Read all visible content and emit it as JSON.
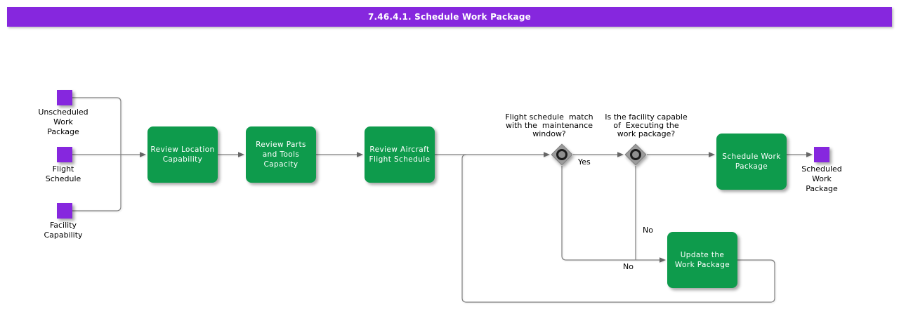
{
  "header": {
    "title": "7.46.4.1. Schedule Work Package"
  },
  "colors": {
    "accent-purple": "#8627DE",
    "task-green": "#0E9B4C",
    "wire-gray": "#7F7F7F"
  },
  "inputs": [
    {
      "label": "Unscheduled\nWork\nPackage"
    },
    {
      "label": "Flight\nSchedule"
    },
    {
      "label": "Facility\nCapability"
    }
  ],
  "tasks": [
    {
      "label": "Review Location\nCapability"
    },
    {
      "label": "Review Parts\nand Tools\nCapacity"
    },
    {
      "label": "Review Aircraft\nFlight Schedule"
    },
    {
      "label": "Schedule Work\nPackage"
    },
    {
      "label": "Update the\nWork Package"
    }
  ],
  "gateways": [
    {
      "question": "Flight schedule  match\nwith the  maintenance\nwindow?",
      "yes_label": "Yes",
      "no_label": "No"
    },
    {
      "question": "Is the facility capable\nof  Executing the\nwork package?",
      "no_label": "No"
    }
  ],
  "output": {
    "label": "Scheduled\nWork\nPackage"
  }
}
